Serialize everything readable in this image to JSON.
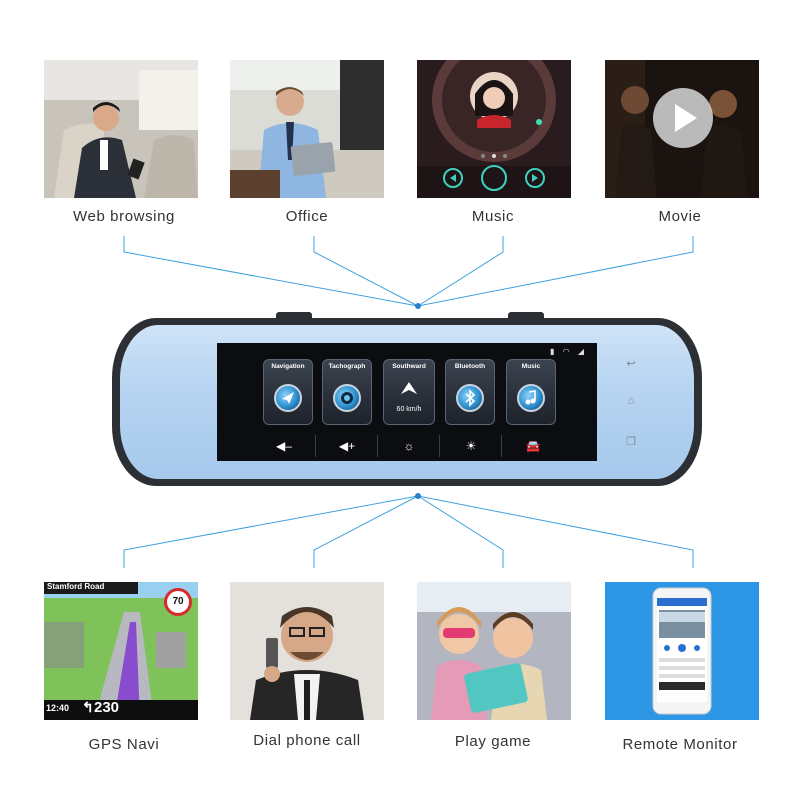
{
  "colors": {
    "connector": "#3da1e0",
    "dot": "#2a7fd0",
    "mirror_frame": "#2c2f33",
    "mirror_glass": "#b7d4f1"
  },
  "top_features": [
    {
      "caption": "Web browsing",
      "icon": "man-with-phone-in-car-photo"
    },
    {
      "caption": "Office",
      "icon": "man-with-tablet-photo"
    },
    {
      "caption": "Music",
      "icon": "music-player-screen-photo"
    },
    {
      "caption": "Movie",
      "icon": "movie-play-photo"
    }
  ],
  "bottom_features": [
    {
      "caption": "GPS Navi",
      "icon": "gps-map-photo"
    },
    {
      "caption": "Dial phone call",
      "icon": "man-on-phone-photo"
    },
    {
      "caption": "Play game",
      "icon": "kids-with-tablet-photo"
    },
    {
      "caption": "Remote Monitor",
      "icon": "smartphone-app-photo"
    }
  ],
  "gps_tile": {
    "street": "Stamford Road",
    "speed_limit": "70",
    "distance": "230",
    "time": "12:40"
  },
  "device": {
    "apps": [
      {
        "label": "Navigation",
        "icon": "navigation-arrow-icon"
      },
      {
        "label": "Tachograph",
        "icon": "camera-lens-icon"
      },
      {
        "label": "Southward",
        "icon": "compass-arrow-icon",
        "speed": "60 km/h"
      },
      {
        "label": "Bluetooth",
        "icon": "bluetooth-icon"
      },
      {
        "label": "Music",
        "icon": "music-note-icon"
      }
    ],
    "controls": [
      {
        "symbol": "◀–",
        "icon": "volume-down-icon"
      },
      {
        "symbol": "◀+",
        "icon": "volume-up-icon"
      },
      {
        "symbol": "☼",
        "icon": "brightness-down-icon"
      },
      {
        "symbol": "☀",
        "icon": "brightness-up-icon"
      },
      {
        "symbol": "🚘",
        "icon": "car-icon"
      }
    ],
    "side_buttons": [
      {
        "symbol": "↩",
        "icon": "back-icon"
      },
      {
        "symbol": "⌂",
        "icon": "home-icon"
      },
      {
        "symbol": "❐",
        "icon": "recent-apps-icon"
      }
    ]
  }
}
